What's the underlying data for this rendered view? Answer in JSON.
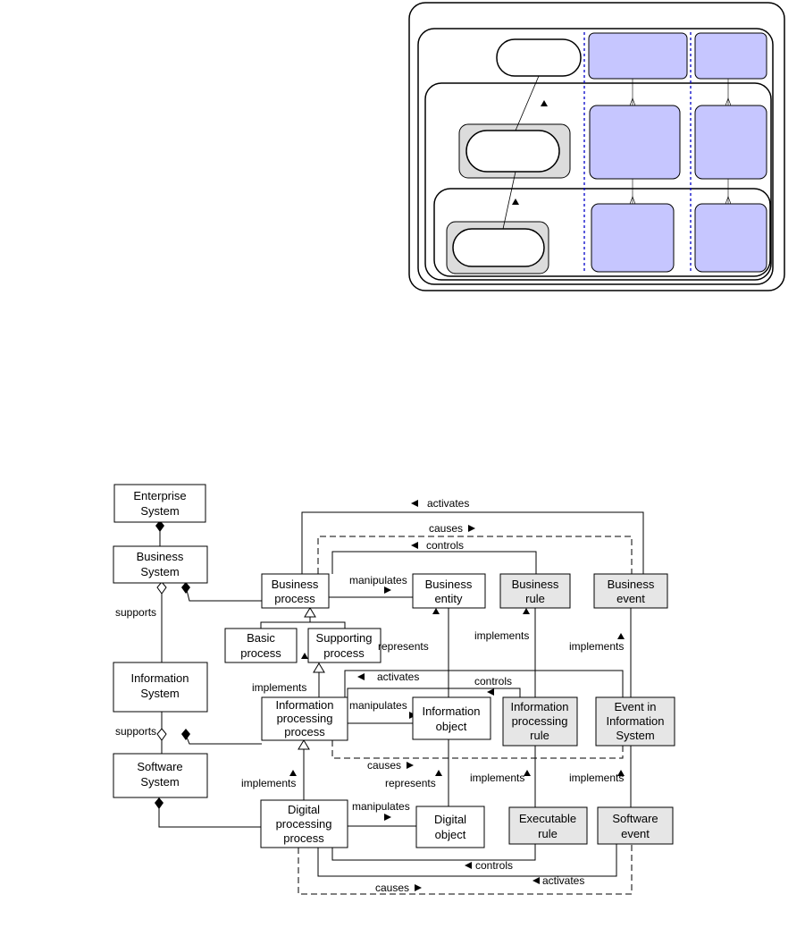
{
  "top_diagram": {
    "rows": [
      "row-1",
      "row-2",
      "row-3"
    ]
  },
  "boxes": {
    "enterprise_system": [
      "Enterprise",
      "System"
    ],
    "business_system": [
      "Business",
      "System"
    ],
    "information_system": [
      "Information",
      "System"
    ],
    "software_system": [
      "Software",
      "System"
    ],
    "business_process": [
      "Business",
      "process"
    ],
    "basic_process": [
      "Basic",
      "process"
    ],
    "supporting_process": [
      "Supporting",
      "process"
    ],
    "business_entity": [
      "Business",
      "entity"
    ],
    "business_rule": [
      "Business",
      "rule"
    ],
    "business_event": [
      "Business",
      "event"
    ],
    "information_processing_process": [
      "Information",
      "processing",
      "process"
    ],
    "information_object": [
      "Information",
      "object"
    ],
    "information_processing_rule": [
      "Information",
      "processing",
      "rule"
    ],
    "event_in_information_system": [
      "Event in",
      "Information",
      "System"
    ],
    "digital_processing_process": [
      "Digital",
      "processing",
      "process"
    ],
    "digital_object": [
      "Digital",
      "object"
    ],
    "executable_rule": [
      "Executable",
      "rule"
    ],
    "software_event": [
      "Software",
      "event"
    ]
  },
  "labels": {
    "activates_top": "activates",
    "causes_top": "causes",
    "controls_top": "controls",
    "supports_1": "supports",
    "supports_2": "supports",
    "manipulates_1": "manipulates",
    "manipulates_2": "manipulates",
    "manipulates_3": "manipulates",
    "represents_1": "represents",
    "represents_2": "represents",
    "implements_rule_1": "implements",
    "implements_event_1": "implements",
    "implements_process_1": "implements",
    "activates_mid": "activates",
    "controls_mid": "controls",
    "causes_mid": "causes",
    "implements_rule_2": "implements",
    "implements_event_2": "implements",
    "implements_process_2": "implements",
    "controls_bottom": "controls",
    "activates_bottom": "activates",
    "causes_bottom": "causes"
  },
  "colors": {
    "event_box_fill": "#c6c6ff",
    "gray_box_fill": "#e6e6e6",
    "inner_gray_fill": "#dcdcdc",
    "dashed_separator": "#0000c8"
  }
}
